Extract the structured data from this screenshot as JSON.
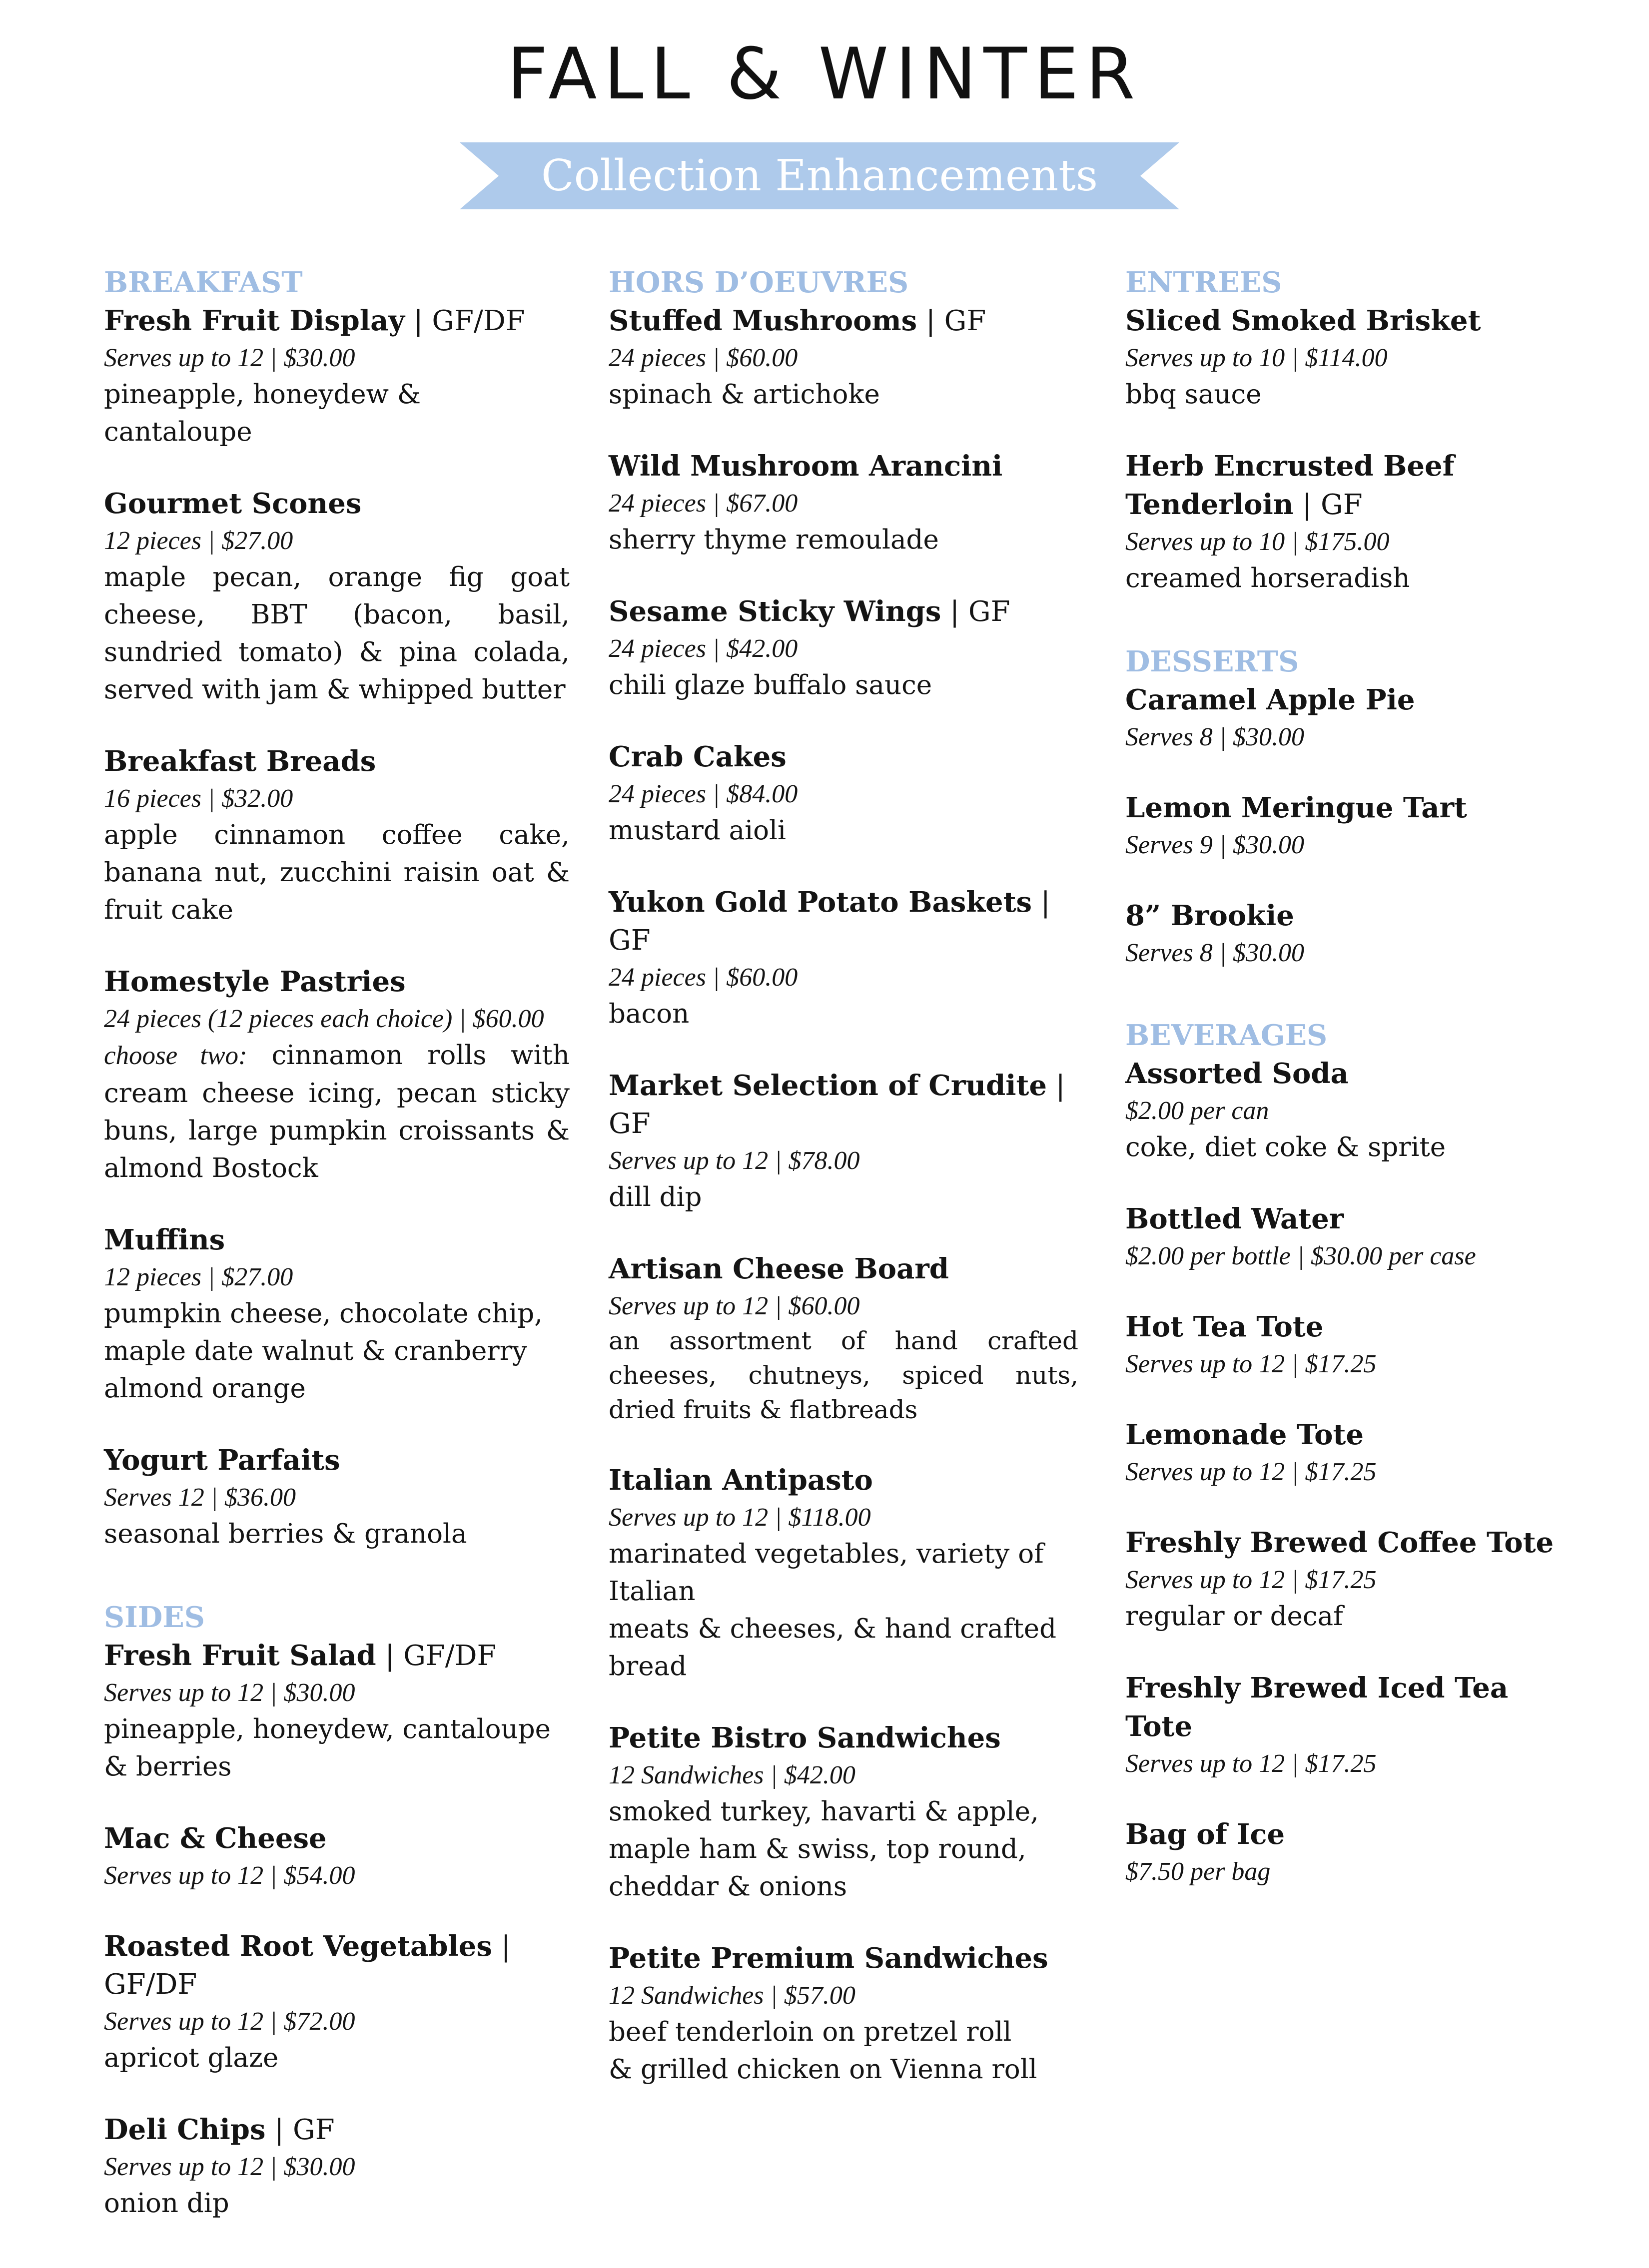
{
  "page": {
    "title": "FALL & WINTER",
    "subtitle": "Collection Enhancements",
    "colors": {
      "banner": "#aecaeb",
      "heading": "#9fbde3",
      "text": "#141414"
    }
  },
  "columns": [
    [
      {
        "heading": "BREAKFAST",
        "items": [
          {
            "name": "Fresh Fruit Display",
            "tag": " | GF/DF",
            "serve": "Serves up to 12 | $30.00",
            "desc": [
              "pineapple, honeydew & cantaloupe"
            ]
          },
          {
            "name": "Gourmet Scones",
            "tag": "",
            "serve": "12 pieces | $27.00",
            "desc": [
              "maple pecan, orange fig goat cheese, BBT (bacon, basil, sundried tomato) & pina colada, served with jam & whipped butter"
            ],
            "justify": true
          },
          {
            "name": "Breakfast Breads",
            "tag": "",
            "serve": "16 pieces | $32.00",
            "desc": [
              "apple cinnamon coffee cake, banana nut, zucchini raisin oat & fruit cake"
            ],
            "justify": true
          },
          {
            "name": "Homestyle Pastries",
            "tag": "",
            "serve": "24 pieces (12 pieces each choice) | $60.00",
            "desc_prefix": "choose two:",
            "desc": [
              " cinnamon rolls with cream cheese icing, pecan sticky buns, large pumpkin croissants & almond Bostock"
            ],
            "justify": true
          },
          {
            "name": "Muffins",
            "tag": "",
            "serve": "12 pieces | $27.00",
            "desc": [
              "pumpkin cheese, chocolate chip,",
              "maple date walnut & cranberry",
              "almond orange"
            ]
          },
          {
            "name": "Yogurt Parfaits",
            "tag": "",
            "serve": "Serves 12 | $36.00",
            "desc": [
              "seasonal berries & granola"
            ]
          }
        ]
      },
      {
        "heading": "SIDES",
        "items": [
          {
            "name": "Fresh Fruit Salad",
            "tag": " | GF/DF",
            "serve": "Serves up to 12 | $30.00",
            "desc": [
              "pineapple, honeydew, cantaloupe",
              "& berries"
            ]
          },
          {
            "name": "Mac & Cheese",
            "tag": "",
            "serve": "Serves up to 12  | $54.00",
            "desc": []
          },
          {
            "name": "Roasted Root Vegetables",
            "tag": " | GF/DF",
            "serve": "Serves up to 12 | $72.00",
            "desc": [
              "apricot glaze"
            ]
          },
          {
            "name": "Deli Chips",
            "tag": " | GF",
            "serve": "Serves up to 12 | $30.00",
            "desc": [
              "onion dip"
            ]
          }
        ]
      }
    ],
    [
      {
        "heading": "HORS D’OEUVRES",
        "items": [
          {
            "name": "Stuffed Mushrooms",
            "tag": " | GF",
            "serve": "24 pieces | $60.00",
            "desc": [
              "spinach & artichoke"
            ]
          },
          {
            "name": "Wild Mushroom Arancini",
            "tag": "",
            "serve": "24 pieces | $67.00",
            "desc": [
              "sherry thyme remoulade"
            ]
          },
          {
            "name": "Sesame Sticky Wings",
            "tag": " | GF",
            "serve": "24 pieces | $42.00",
            "desc": [
              "chili glaze buffalo sauce"
            ]
          },
          {
            "name": "Crab Cakes",
            "tag": "",
            "serve": "24 pieces | $84.00",
            "desc": [
              "mustard aioli"
            ]
          },
          {
            "name": "Yukon Gold Potato Baskets",
            "tag": " | GF",
            "serve": "24 pieces | $60.00",
            "desc": [
              "bacon"
            ]
          },
          {
            "name": "Market Selection of Crudite",
            "tag": " | GF",
            "serve": "Serves up to 12 | $78.00",
            "desc": [
              "dill dip"
            ]
          },
          {
            "name": "Artisan Cheese Board",
            "tag": "",
            "serve": "Serves up to 12 | $60.00",
            "desc": [
              "an assortment of hand crafted cheeses, chutneys, spiced nuts, dried fruits & flatbreads"
            ],
            "justify": true,
            "small": true
          },
          {
            "name": "Italian Antipasto",
            "tag": "",
            "serve": "Serves up to 12 | $118.00",
            "desc": [
              "marinated vegetables, variety of Italian",
              "meats & cheeses, & hand crafted bread"
            ]
          },
          {
            "name": "Petite Bistro Sandwiches",
            "tag": "",
            "serve": "12 Sandwiches | $42.00",
            "desc": [
              "smoked turkey, havarti & apple,",
              "maple ham & swiss, top round,",
              "cheddar & onions"
            ]
          },
          {
            "name": "Petite Premium Sandwiches",
            "tag": "",
            "serve": "12 Sandwiches | $57.00",
            "desc": [
              "beef tenderloin on pretzel roll",
              "& grilled chicken on Vienna roll"
            ]
          }
        ]
      }
    ],
    [
      {
        "heading": "ENTREES",
        "items": [
          {
            "name": "Sliced Smoked Brisket",
            "tag": "",
            "serve": "Serves up to 10 | $114.00",
            "desc": [
              "bbq sauce"
            ]
          },
          {
            "name": "Herb Encrusted Beef Tenderloin",
            "tag": " | GF",
            "serve": "Serves up to 10 | $175.00",
            "desc": [
              "creamed horseradish"
            ]
          }
        ]
      },
      {
        "heading": "DESSERTS",
        "items": [
          {
            "name": "Caramel Apple Pie",
            "tag": "",
            "serve": "Serves 8 | $30.00",
            "desc": []
          },
          {
            "name": "Lemon Meringue Tart",
            "tag": "",
            "serve": "Serves 9 | $30.00",
            "desc": []
          },
          {
            "name": "8” Brookie",
            "tag": "",
            "serve": "Serves 8 | $30.00",
            "desc": []
          }
        ]
      },
      {
        "heading": "BEVERAGES",
        "items": [
          {
            "name": "Assorted Soda",
            "tag": "",
            "serve": "$2.00 per can",
            "desc": [
              "coke, diet coke & sprite"
            ]
          },
          {
            "name": "Bottled Water",
            "tag": "",
            "serve": "$2.00 per bottle | $30.00 per case",
            "desc": []
          },
          {
            "name": "Hot Tea Tote",
            "tag": "",
            "serve": "Serves up to 12 | $17.25",
            "desc": []
          },
          {
            "name": "Lemonade Tote",
            "tag": "",
            "serve": "Serves up to 12 | $17.25",
            "desc": []
          },
          {
            "name": "Freshly Brewed Coffee Tote",
            "tag": "",
            "serve": "Serves up to 12 | $17.25",
            "desc": [
              "regular or decaf"
            ]
          },
          {
            "name": "Freshly Brewed Iced Tea Tote",
            "tag": "",
            "serve": "Serves up to 12 | $17.25",
            "desc": []
          },
          {
            "name": "Bag of Ice",
            "tag": "",
            "serve": "$7.50 per bag",
            "desc": []
          }
        ]
      }
    ]
  ]
}
